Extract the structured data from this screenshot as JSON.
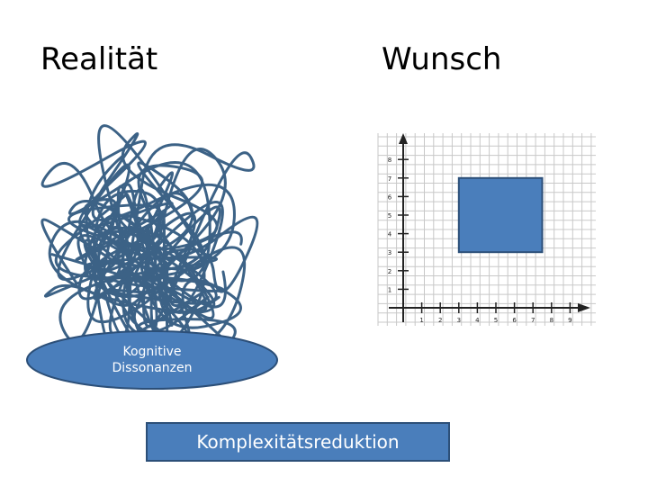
{
  "titles": {
    "left": "Realität",
    "right": "Wunsch"
  },
  "ellipse": {
    "line1": "Kognitive",
    "line2": "Dissonanzen"
  },
  "box": {
    "label": "Komplexitätsreduktion"
  },
  "colors": {
    "scribble": "#3c6286",
    "fill": "#4a7ebb",
    "fill_border": "#2c4f78",
    "grid": "#c8c8c8"
  },
  "grid": {
    "x_ticks": [
      "1",
      "2",
      "3",
      "4",
      "5",
      "6",
      "7",
      "8",
      "9"
    ],
    "y_ticks": [
      "1",
      "2",
      "3",
      "4",
      "5",
      "6",
      "7",
      "8"
    ],
    "square": {
      "x0": 3,
      "x1": 7.5,
      "y0": 3,
      "y1": 7
    }
  }
}
